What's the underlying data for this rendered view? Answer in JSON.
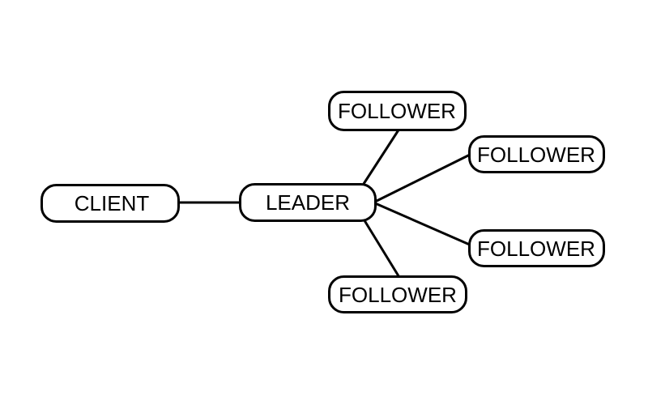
{
  "diagram": {
    "title": "leader-follower-topology",
    "colors": {
      "stroke": "#000000",
      "node_fill": "#ffffff",
      "text": "#000000",
      "background": "#ffffff"
    },
    "nodes": [
      {
        "id": "client",
        "label": "CLIENT"
      },
      {
        "id": "leader",
        "label": "LEADER"
      },
      {
        "id": "follower-top",
        "label": "FOLLOWER"
      },
      {
        "id": "follower-right-top",
        "label": "FOLLOWER"
      },
      {
        "id": "follower-right-bottom",
        "label": "FOLLOWER"
      },
      {
        "id": "follower-bottom",
        "label": "FOLLOWER"
      }
    ],
    "edges": [
      {
        "from": "client",
        "to": "leader"
      },
      {
        "from": "leader",
        "to": "follower-top"
      },
      {
        "from": "leader",
        "to": "follower-right-top"
      },
      {
        "from": "leader",
        "to": "follower-right-bottom"
      },
      {
        "from": "leader",
        "to": "follower-bottom"
      }
    ]
  }
}
